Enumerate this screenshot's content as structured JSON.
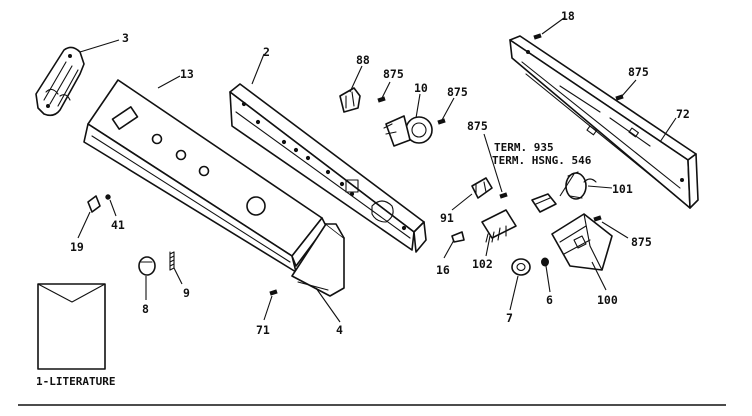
{
  "callouts": {
    "c3": "3",
    "c13": "13",
    "c2": "2",
    "c88": "88",
    "c875a": "875",
    "c10": "10",
    "c875b": "875",
    "c18": "18",
    "c875c": "875",
    "c72": "72",
    "c875d": "875",
    "c101": "101",
    "c91": "91",
    "c16": "16",
    "c102": "102",
    "c875e": "875",
    "c100": "100",
    "c6": "6",
    "c7": "7",
    "c71": "71",
    "c4": "4",
    "c19": "19",
    "c41": "41",
    "c8": "8",
    "c9": "9"
  },
  "notes": {
    "term_935": "TERM. 935",
    "term_hsng": "TERM. HSNG. 546"
  },
  "literature": {
    "label": "1-LITERATURE"
  }
}
